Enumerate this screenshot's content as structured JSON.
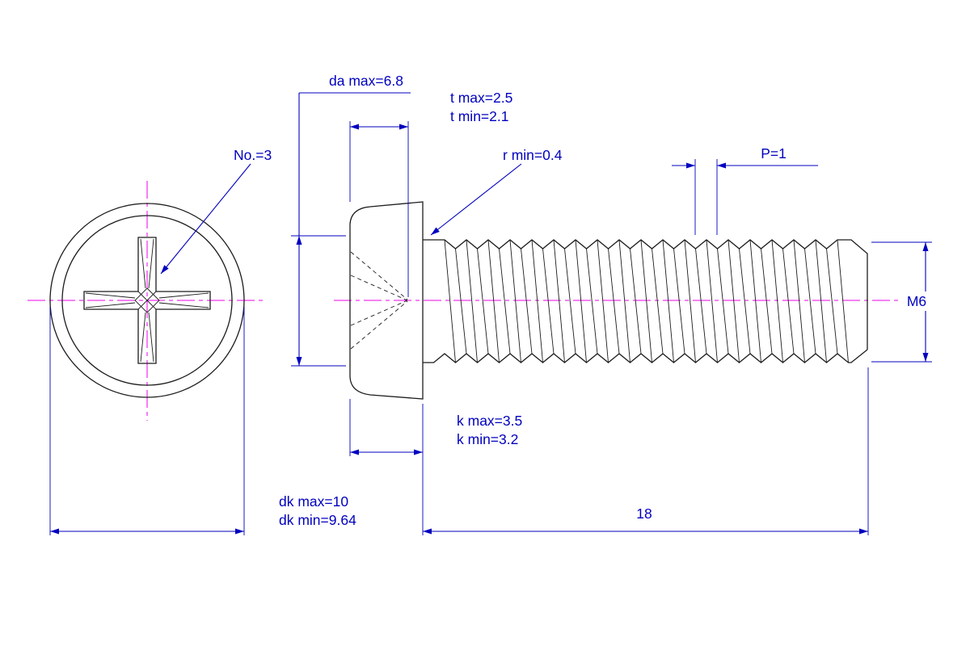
{
  "drawing": {
    "labels": {
      "da": "da max=6.8",
      "t_max": "t max=2.5",
      "t_min": "t min=2.1",
      "recess_no": "No.=3",
      "r_min": "r min=0.4",
      "pitch": "P=1",
      "thread": "M6",
      "k_max": "k max=3.5",
      "k_min": "k min=3.2",
      "dk_max": "dk max=10",
      "dk_min": "dk min=9.64",
      "length": "18"
    },
    "colors": {
      "dimension": "#0000bf",
      "centerline": "#ee00ee",
      "outline": "#1c1c1c",
      "background": "#ffffff"
    }
  }
}
